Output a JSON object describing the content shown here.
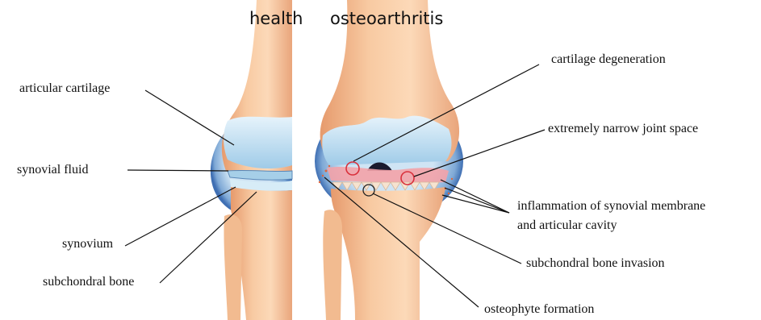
{
  "titles": {
    "health": "health",
    "osteoarthritis": "osteoarthritis"
  },
  "labels": {
    "articular_cartilage": "articular cartilage",
    "synovial_fluid": "synovial fluid",
    "synovium": "synovium",
    "subchondral_bone": "subchondral bone",
    "cartilage_degeneration": "cartilage degeneration",
    "narrow_joint_space": "extremely narrow joint space",
    "inflammation_line1": "inflammation of synovial membrane",
    "inflammation_line2": "and articular cavity",
    "subchondral_bone_invasion": "subchondral bone invasion",
    "osteophyte_formation": "osteophyte formation"
  },
  "colors": {
    "bone": "#f7c9a1",
    "bone_shadow": "#e8a276",
    "cartilage": "#bfe0f2",
    "capsule": "#4a7fc0",
    "capsule_light": "#a8cbe8",
    "inflammation": "#f3a2a8",
    "marker_red": "#d9303c"
  }
}
